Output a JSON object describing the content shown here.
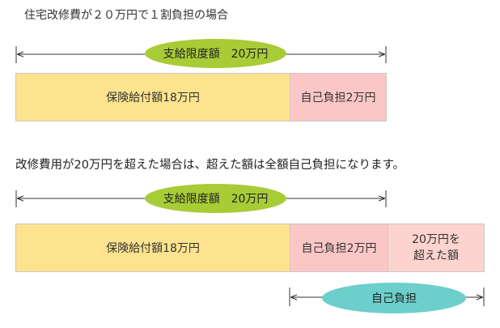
{
  "heading_case1": "住宅改修費が２０万円で１割負担の場合",
  "heading_case2": "改修費用が20万円を超えた場合は、超えた額は全額自己負担になります。",
  "case1": {
    "limit_label": "支給限度額　20万円",
    "benefit_label": "保険給付額18万円",
    "copay_label": "自己負担2万円"
  },
  "case2": {
    "limit_label": "支給限度額　20万円",
    "benefit_label": "保険給付額18万円",
    "copay_label": "自己負担2万円",
    "excess_line1": "20万円を",
    "excess_line2": "超えた額",
    "self_pay_label": "自己負担"
  },
  "colors": {
    "benefit": "#fde38e",
    "copay": "#fbc7c6",
    "limit_ellipse": "#a8cc36",
    "self_pay_ellipse": "#6ccfcb"
  }
}
